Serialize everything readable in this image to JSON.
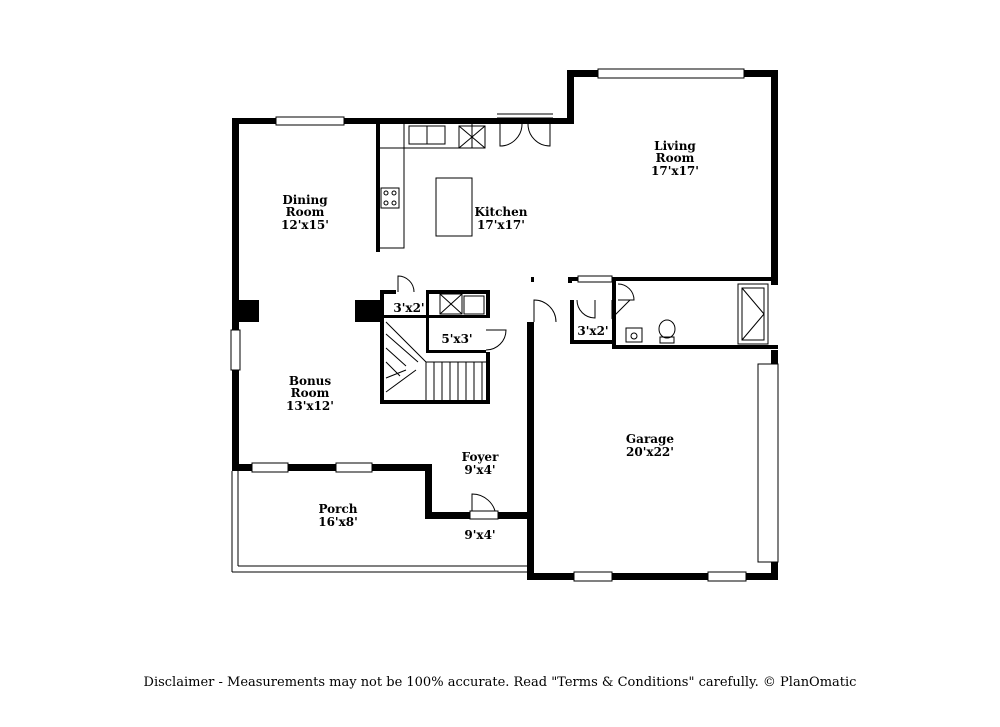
{
  "rooms": {
    "living": {
      "name_line1": "Living",
      "name_line2": "Room",
      "dim": "17'x17'"
    },
    "dining": {
      "name_line1": "Dining",
      "name_line2": "Room",
      "dim": "12'x15'"
    },
    "kitchen": {
      "name": "Kitchen",
      "dim": "17'x17'"
    },
    "bonus": {
      "name_line1": "Bonus",
      "name_line2": "Room",
      "dim": "13'x12'"
    },
    "foyer": {
      "name": "Foyer",
      "dim": "9'x4'"
    },
    "porch": {
      "name": "Porch",
      "dim": "16'x8'"
    },
    "garage": {
      "name": "Garage",
      "dim": "20'x22'"
    },
    "closet_a": {
      "dim": "3'x2'"
    },
    "closet_b": {
      "dim": "5'x3'"
    },
    "closet_c": {
      "dim": "3'x2'"
    },
    "entry": {
      "dim": "9'x4'"
    }
  },
  "disclaimer": "Disclaimer - Measurements may not be 100% accurate. Read \"Terms & Conditions\" carefully. © PlanOmatic"
}
